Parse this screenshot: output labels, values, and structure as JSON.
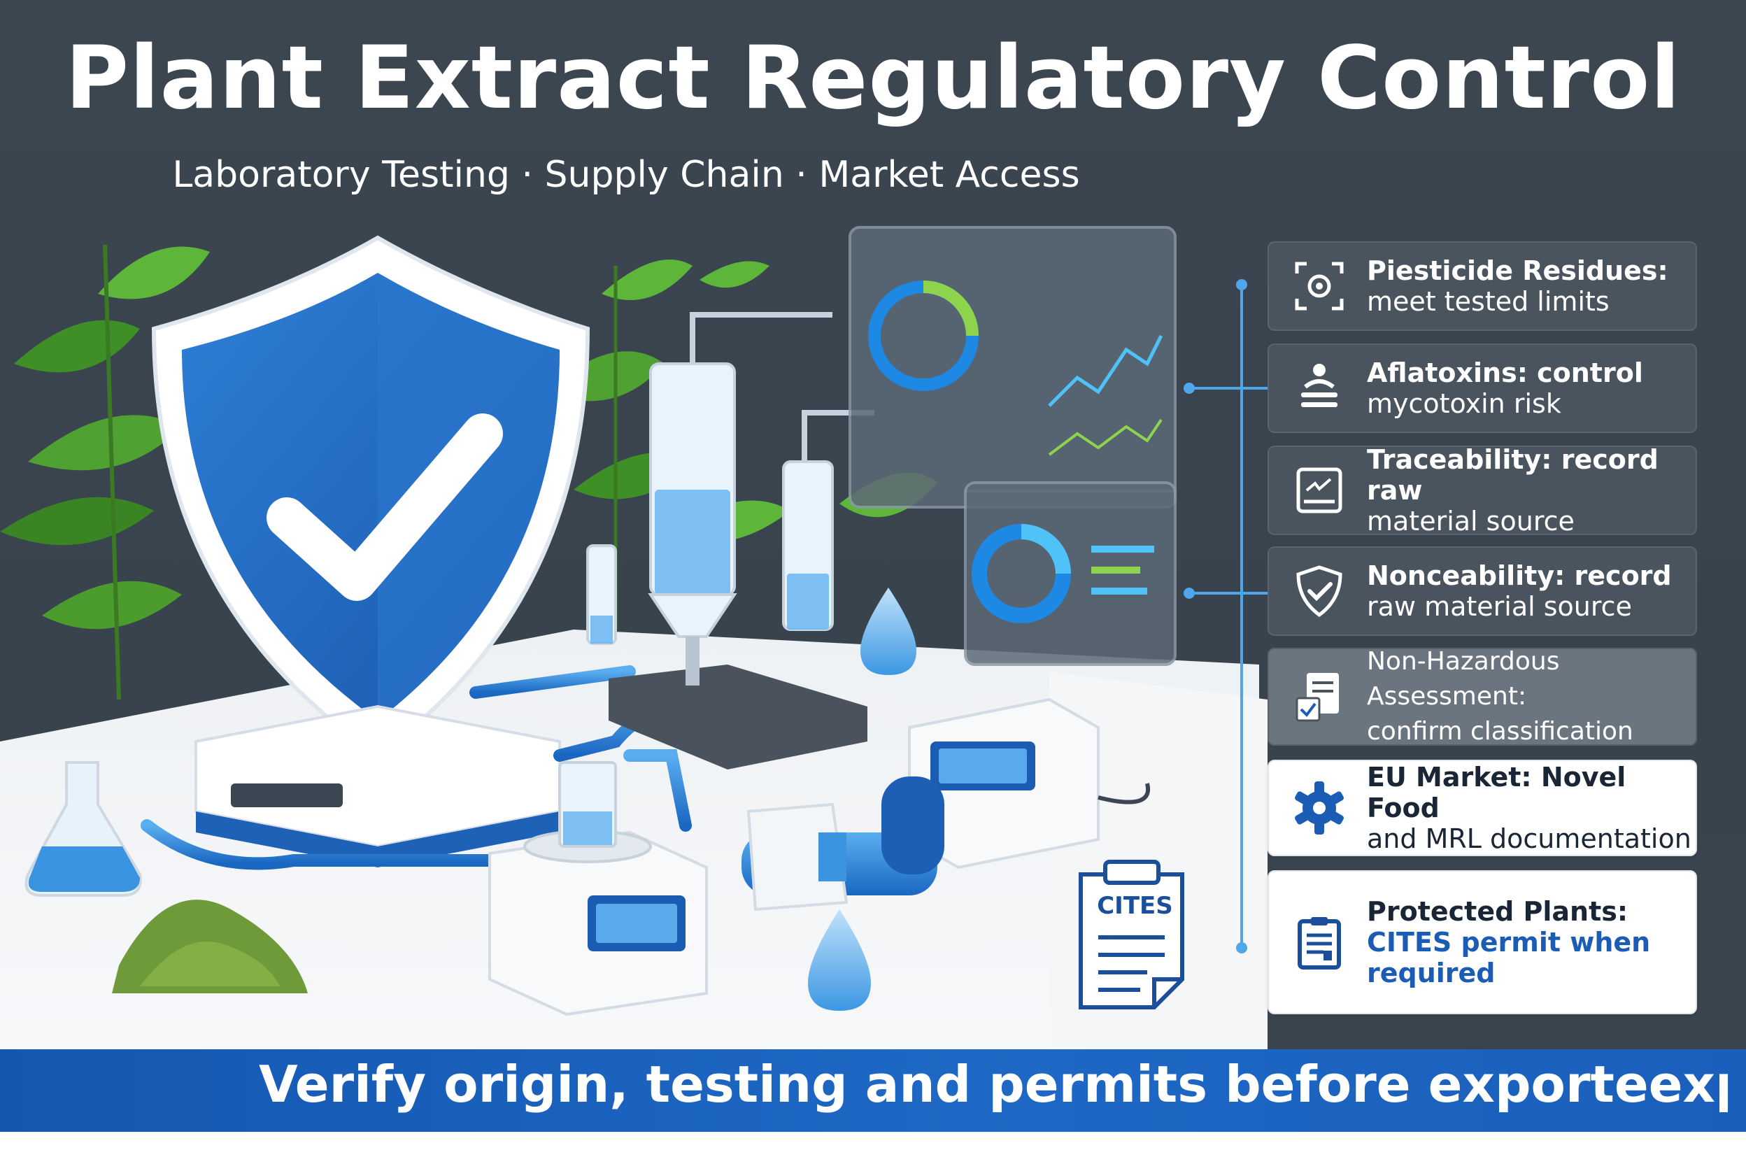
{
  "title": "Plant Extract Regulatory Control",
  "subtitle": "Laboratory Testing · Supply Chain · Market Access",
  "cards": [
    {
      "bold": "Piesticide Residues:",
      "rest": "meet tested limits",
      "icon": "target-icon"
    },
    {
      "bold": "Aflatoxins: control",
      "rest": "mycotoxin risk",
      "icon": "person-stack-icon"
    },
    {
      "bold": "Traceability: record raw",
      "rest": "material source",
      "icon": "document-box-icon"
    },
    {
      "bold": "Nonceability: record",
      "rest": "raw material source",
      "icon": "shield-check-icon"
    },
    {
      "bold": "Non-Hazardous Assessment:",
      "rest": "confirm classification",
      "icon": "checklist-icon"
    },
    {
      "bold": "EU Market: Novel Food",
      "rest": "and MRL documentation",
      "icon": "gear-icon"
    },
    {
      "bold": "Protected Plants:",
      "rest": "CITES permit when",
      "rest2": "required",
      "icon": "clipboard-icon"
    }
  ],
  "cites_label": "CITES",
  "bottom_banner": "Verify origin, testing and permits before exporteexpord",
  "colors": {
    "dark_bg": "#3b4651",
    "accent_blue": "#1b5db5",
    "leaf_green": "#4f9a2c",
    "card_dark": "#4a545e"
  }
}
